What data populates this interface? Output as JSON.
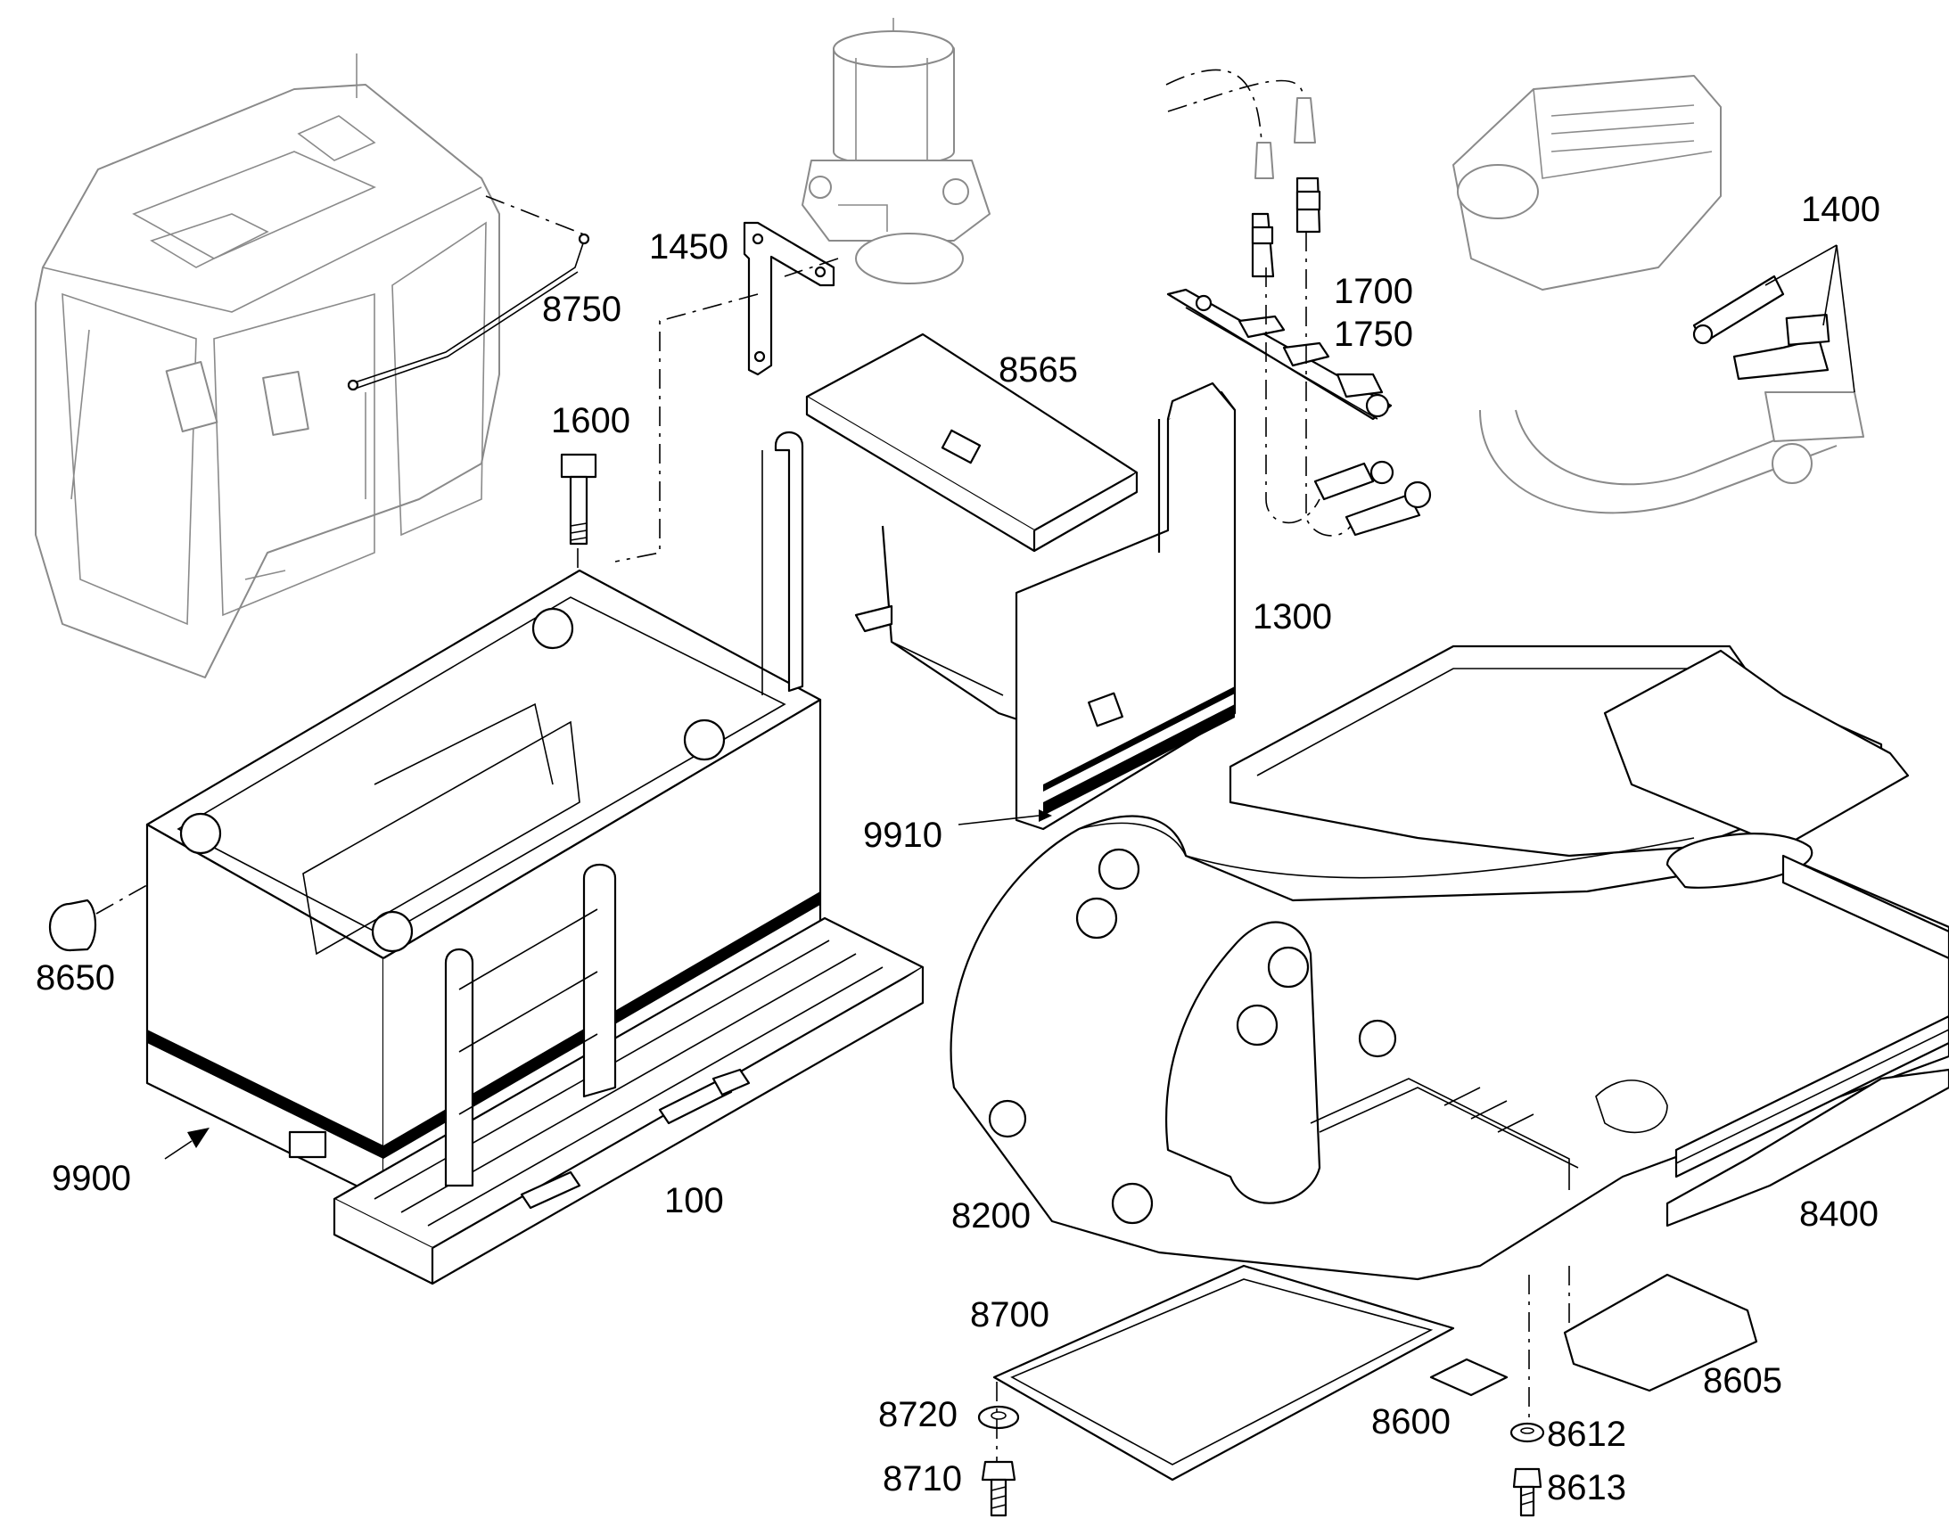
{
  "labels": {
    "p8750": "8750",
    "p1450": "1450",
    "p1700": "1700",
    "p1750": "1750",
    "p1400": "1400",
    "p1600": "1600",
    "p8565": "8565",
    "p1300": "1300",
    "p9910": "9910",
    "p8650": "8650",
    "p9900": "9900",
    "p100": "100",
    "p8200": "8200",
    "p8400": "8400",
    "p8700": "8700",
    "p8720": "8720",
    "p8710": "8710",
    "p8600": "8600",
    "p8605": "8605",
    "p8612": "8612",
    "p8613": "8613"
  }
}
